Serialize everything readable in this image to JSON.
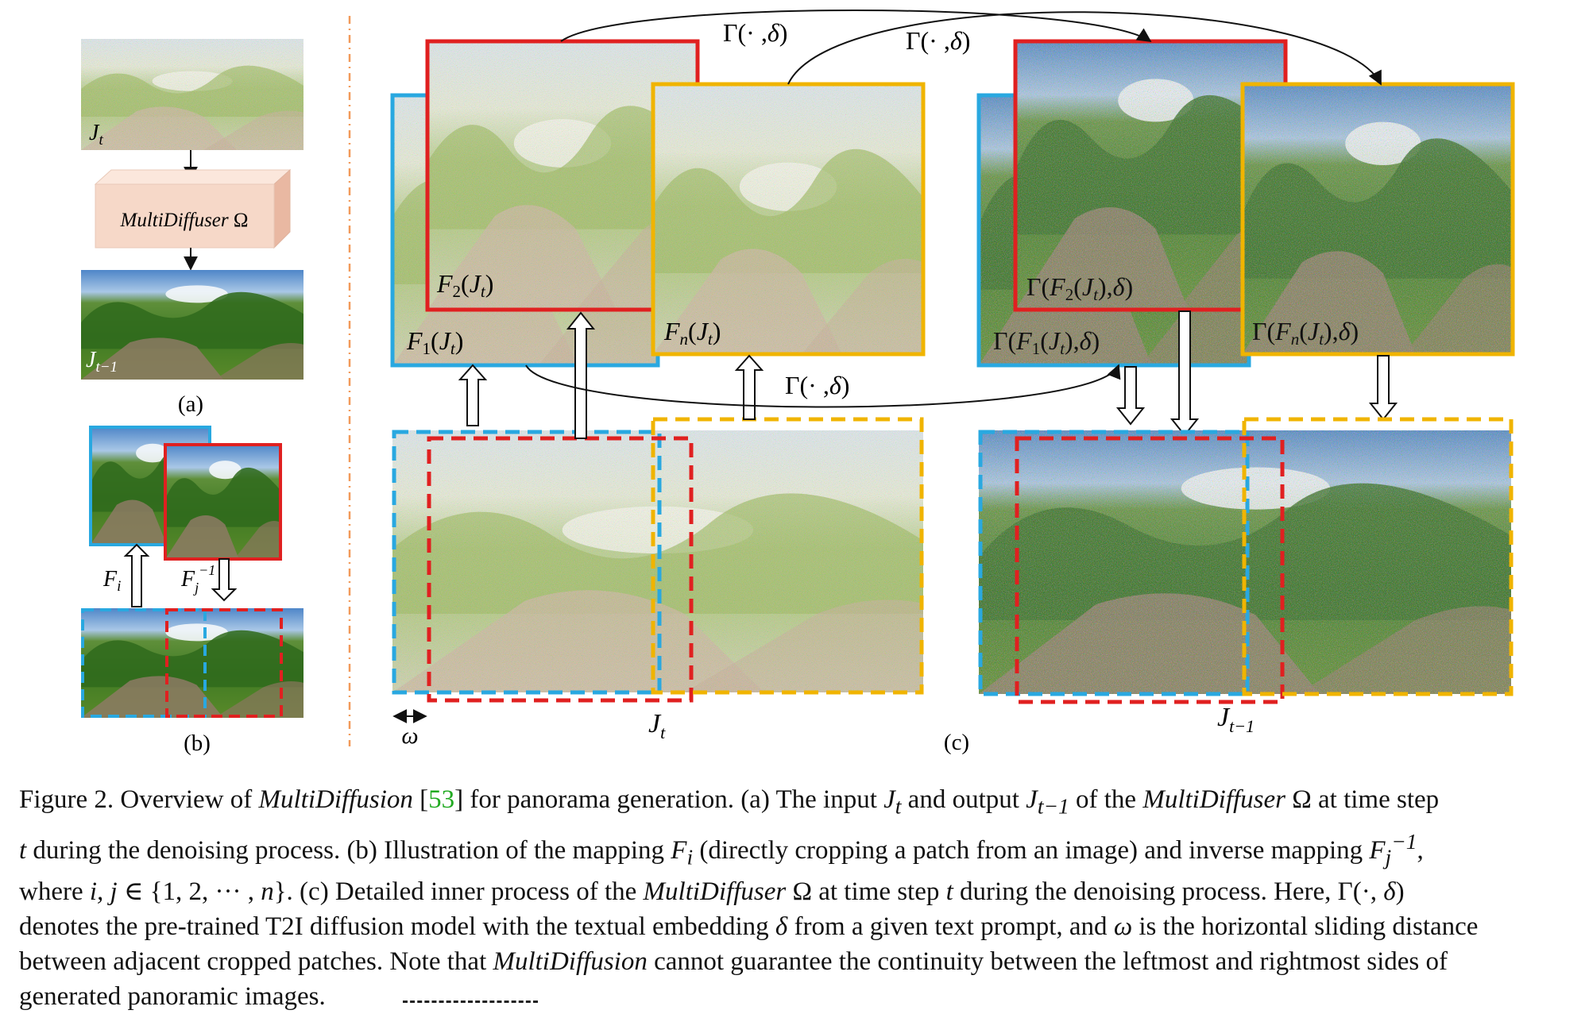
{
  "panel_a": {
    "input_label": "J_t",
    "box_label": "MultiDiffuser Ω",
    "output_label": "J_{t−1}",
    "tag": "(a)"
  },
  "panel_b": {
    "fi_label": "F_i",
    "finv_label": "F_j^{−1}",
    "tag": "(b)"
  },
  "panel_c": {
    "gamma_label": "Γ(· ,δ)",
    "patch_labels": [
      "F₁(J_t)",
      "F₂(J_t)",
      "F_n(J_t)"
    ],
    "out_labels": [
      "Γ(F₁(J_t),δ)",
      "Γ(F₂(J_t),δ)",
      "Γ(F_n(J_t),δ)"
    ],
    "jt_label": "J_t",
    "jt1_label": "J_{t−1}",
    "omega_label": "ω",
    "tag": "(c)"
  },
  "colors": {
    "blue": "#29a8e0",
    "red": "#e02020",
    "yellow": "#f0b400",
    "box_fill": "#f6d8c8",
    "divider": "#f29a5a",
    "citation": "#22aa22"
  },
  "caption": {
    "figure_no": "Figure 2.",
    "lines": [
      "Figure 2. Overview of MultiDiffusion [53] for panorama generation. (a) The input J_t and output J_{t−1} of the MultiDiffuser Ω at time step",
      "t during the denoising process. (b) Illustration of the mapping F_i (directly cropping a patch from an image) and inverse mapping F_j^{−1},",
      "where i, j ∈ {1, 2, ··· , n}. (c) Detailed inner process of the MultiDiffuser Ω at time step t during the denoising process. Here, Γ(·, δ)",
      "denotes the pre-trained T2I diffusion model with the textual embedding δ from a given text prompt, and ω is the horizontal sliding distance",
      "between adjacent cropped patches. Note that MultiDiffusion cannot guarantee the continuity between the leftmost and rightmost sides of",
      "generated panoramic images."
    ],
    "citation": "53"
  }
}
